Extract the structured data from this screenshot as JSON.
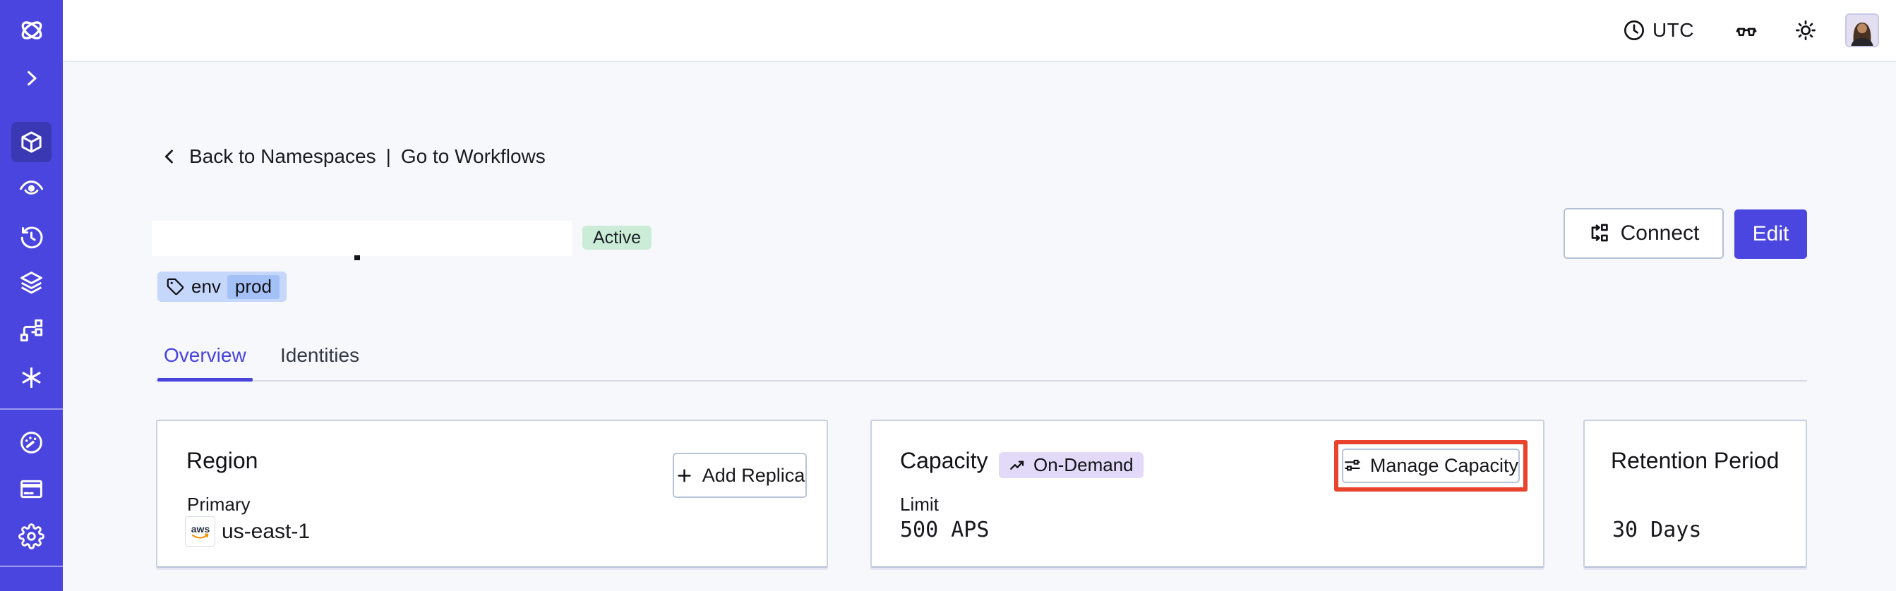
{
  "topbar": {
    "timezone_label": "UTC",
    "icons": [
      "clock-icon",
      "glasses-icon",
      "sun-icon",
      "user-avatar"
    ]
  },
  "sidebar": {
    "color": "#4a45de",
    "active_color": "#3b38b4",
    "items": [
      {
        "icon": "temporal-logo"
      },
      {
        "icon": "chevron-right"
      },
      {
        "icon": "namespaces-cube",
        "active": true
      },
      {
        "icon": "eye"
      },
      {
        "icon": "clock-history"
      },
      {
        "icon": "layers"
      },
      {
        "icon": "workflow-branch"
      },
      {
        "icon": "asterisk"
      },
      {
        "icon": "gauge"
      },
      {
        "icon": "credit-card"
      },
      {
        "icon": "gear"
      },
      {
        "icon": "partial-circle-bottom"
      }
    ]
  },
  "breadcrumb": {
    "back_label": "Back to Namespaces",
    "separator": "|",
    "workflows_label": "Go to Workflows"
  },
  "namespace": {
    "status_badge": "Active",
    "tag_key": "env",
    "tag_value": "prod",
    "status_color": "#cbecd7",
    "tag_color": "#c5d7fb",
    "tag_value_color": "#a3c1f7"
  },
  "header_actions": {
    "connect_label": "Connect",
    "edit_label": "Edit",
    "edit_color": "#4b46e0"
  },
  "tabs": {
    "overview": "Overview",
    "identities": "Identities",
    "active_tab": "Overview",
    "active_color": "#4843db"
  },
  "cards": {
    "region": {
      "title": "Region",
      "add_replica_label": "Add Replica",
      "field_label": "Primary",
      "provider_logo": "aws",
      "region_value": "us-east-1"
    },
    "capacity": {
      "title": "Capacity",
      "badge_label": "On-Demand",
      "badge_color": "#e2daf8",
      "manage_label": "Manage Capacity",
      "field_label": "Limit",
      "limit_value": "500 APS",
      "highlight_color": "#e8432c"
    },
    "retention": {
      "title": "Retention Period",
      "value": "30 Days"
    }
  }
}
